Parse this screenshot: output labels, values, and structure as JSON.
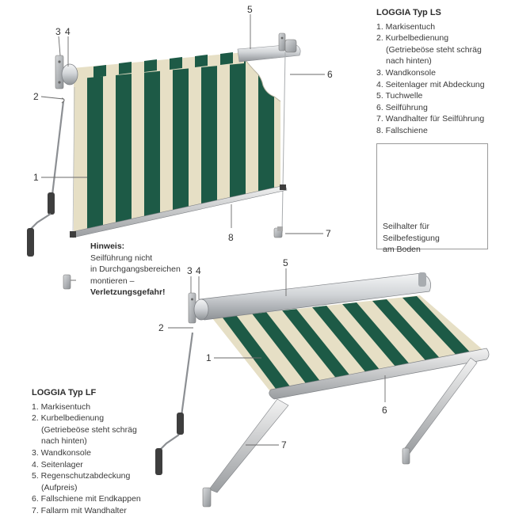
{
  "colors": {
    "stripe_green": "#1d5a46",
    "stripe_cream": "#e6dfc5",
    "metal": "#c9ccd0"
  },
  "ls": {
    "title": "LOGGIA Typ LS",
    "items": [
      "1. Markisentuch",
      "2. Kurbelbedienung",
      "(Getriebeöse steht schräg",
      "nach hinten)",
      "3. Wandkonsole",
      "4. Seitenlager mit Abdeckung",
      "5. Tuchwelle",
      "6. Seilführung",
      "7. Wandhalter für Seilführung",
      "8. Fallschiene"
    ],
    "callout_caption": [
      "Seilhalter für Seilbefestigung",
      "am Boden"
    ],
    "markers": {
      "n1": "1",
      "n2": "2",
      "n3": "3",
      "n4": "4",
      "n5": "5",
      "n6": "6",
      "n7": "7",
      "n8": "8"
    }
  },
  "hinweis": {
    "heading": "Hinweis:",
    "lines": [
      "Seilführung nicht",
      "in Durchgangsbereichen",
      "montieren –"
    ],
    "warning": "Verletzungsgefahr!"
  },
  "lf": {
    "title": "LOGGIA Typ LF",
    "items": [
      "1. Markisentuch",
      "2. Kurbelbedienung",
      "(Getriebeöse steht schräg",
      "nach hinten)",
      "3. Wandkonsole",
      "4. Seitenlager",
      "5. Regenschutzabdeckung",
      "(Aufpreis)",
      "6. Fallschiene mit Endkappen",
      "7. Fallarm mit Wandhalter"
    ],
    "markers": {
      "n1": "1",
      "n2": "2",
      "n3": "3",
      "n4": "4",
      "n5": "5",
      "n6": "6",
      "n7": "7"
    }
  }
}
